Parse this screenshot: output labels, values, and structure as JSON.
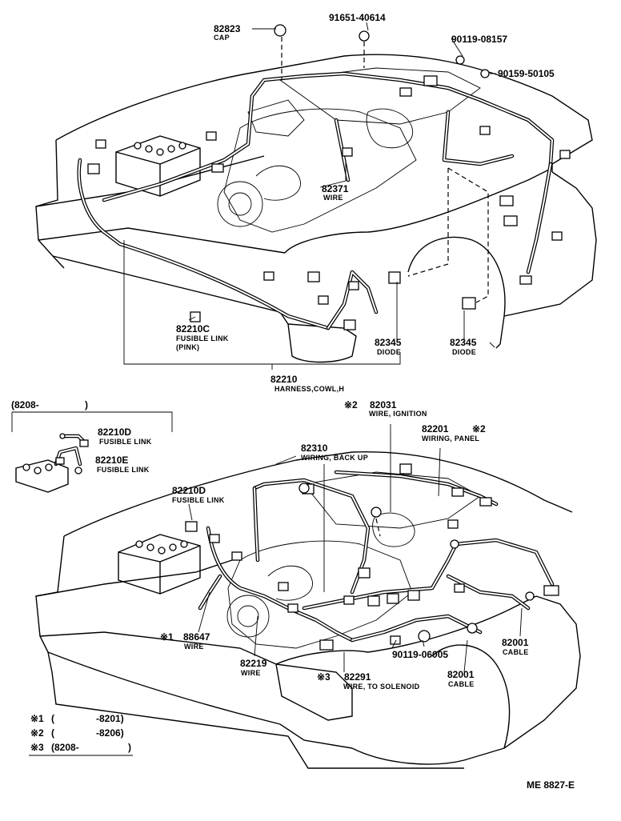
{
  "top_diagram": {
    "callouts": [
      {
        "id": "cap",
        "number": "82823",
        "name": "CAP"
      },
      {
        "id": "bolt-top",
        "number": "91651-40614",
        "name": ""
      },
      {
        "id": "bolt-right1",
        "number": "90119-08157",
        "name": ""
      },
      {
        "id": "bolt-right2",
        "number": "90159-50105",
        "name": ""
      },
      {
        "id": "wire",
        "number": "82371",
        "name": "WIRE"
      },
      {
        "id": "fusible-link-pink",
        "number": "82210C",
        "name": "FUSIBLE LINK",
        "name2": "(PINK)"
      },
      {
        "id": "diode-left",
        "number": "82345",
        "name": "DIODE"
      },
      {
        "id": "diode-right",
        "number": "82345",
        "name": "DIODE"
      },
      {
        "id": "harness",
        "number": "82210",
        "name": "HARNESS,COWL,H"
      }
    ]
  },
  "inset": {
    "title": "(8208-",
    "title_close": ")",
    "callouts": [
      {
        "id": "fusible-d",
        "number": "82210D",
        "name": "FUSIBLE LINK"
      },
      {
        "id": "fusible-e",
        "number": "82210E",
        "name": "FUSIBLE LINK"
      }
    ]
  },
  "bottom_diagram": {
    "callouts": [
      {
        "id": "wire-ignition",
        "mark": "※2",
        "number": "82031",
        "name": "WIRE, IGNITION"
      },
      {
        "id": "wiring-panel",
        "mark": "※2",
        "number": "82201",
        "name": "WIRING, PANEL"
      },
      {
        "id": "wiring-backup",
        "number": "82310",
        "name": "WIRING, BACK UP"
      },
      {
        "id": "fusible-d2",
        "number": "82210D",
        "name": "FUSIBLE LINK"
      },
      {
        "id": "wire-88647",
        "mark": "※1",
        "number": "88647",
        "name": "WIRE"
      },
      {
        "id": "wire-82219",
        "number": "82219",
        "name": "WIRE"
      },
      {
        "id": "wire-solenoid",
        "mark": "※3",
        "number": "82291",
        "name": "WIRE, TO SOLENOID"
      },
      {
        "id": "bolt-bottom",
        "number": "90119-06005",
        "name": ""
      },
      {
        "id": "cable-right",
        "number": "82001",
        "name": "CABLE"
      },
      {
        "id": "cable-bottom",
        "number": "82001",
        "name": "CABLE"
      }
    ]
  },
  "legend": [
    {
      "mark": "※1",
      "open": "(",
      "range": "-8201)"
    },
    {
      "mark": "※2",
      "open": "(",
      "range": "-8206)"
    },
    {
      "mark": "※3",
      "open": "(8208-",
      "range": ")"
    }
  ],
  "footer_code": "ME 8827-E"
}
